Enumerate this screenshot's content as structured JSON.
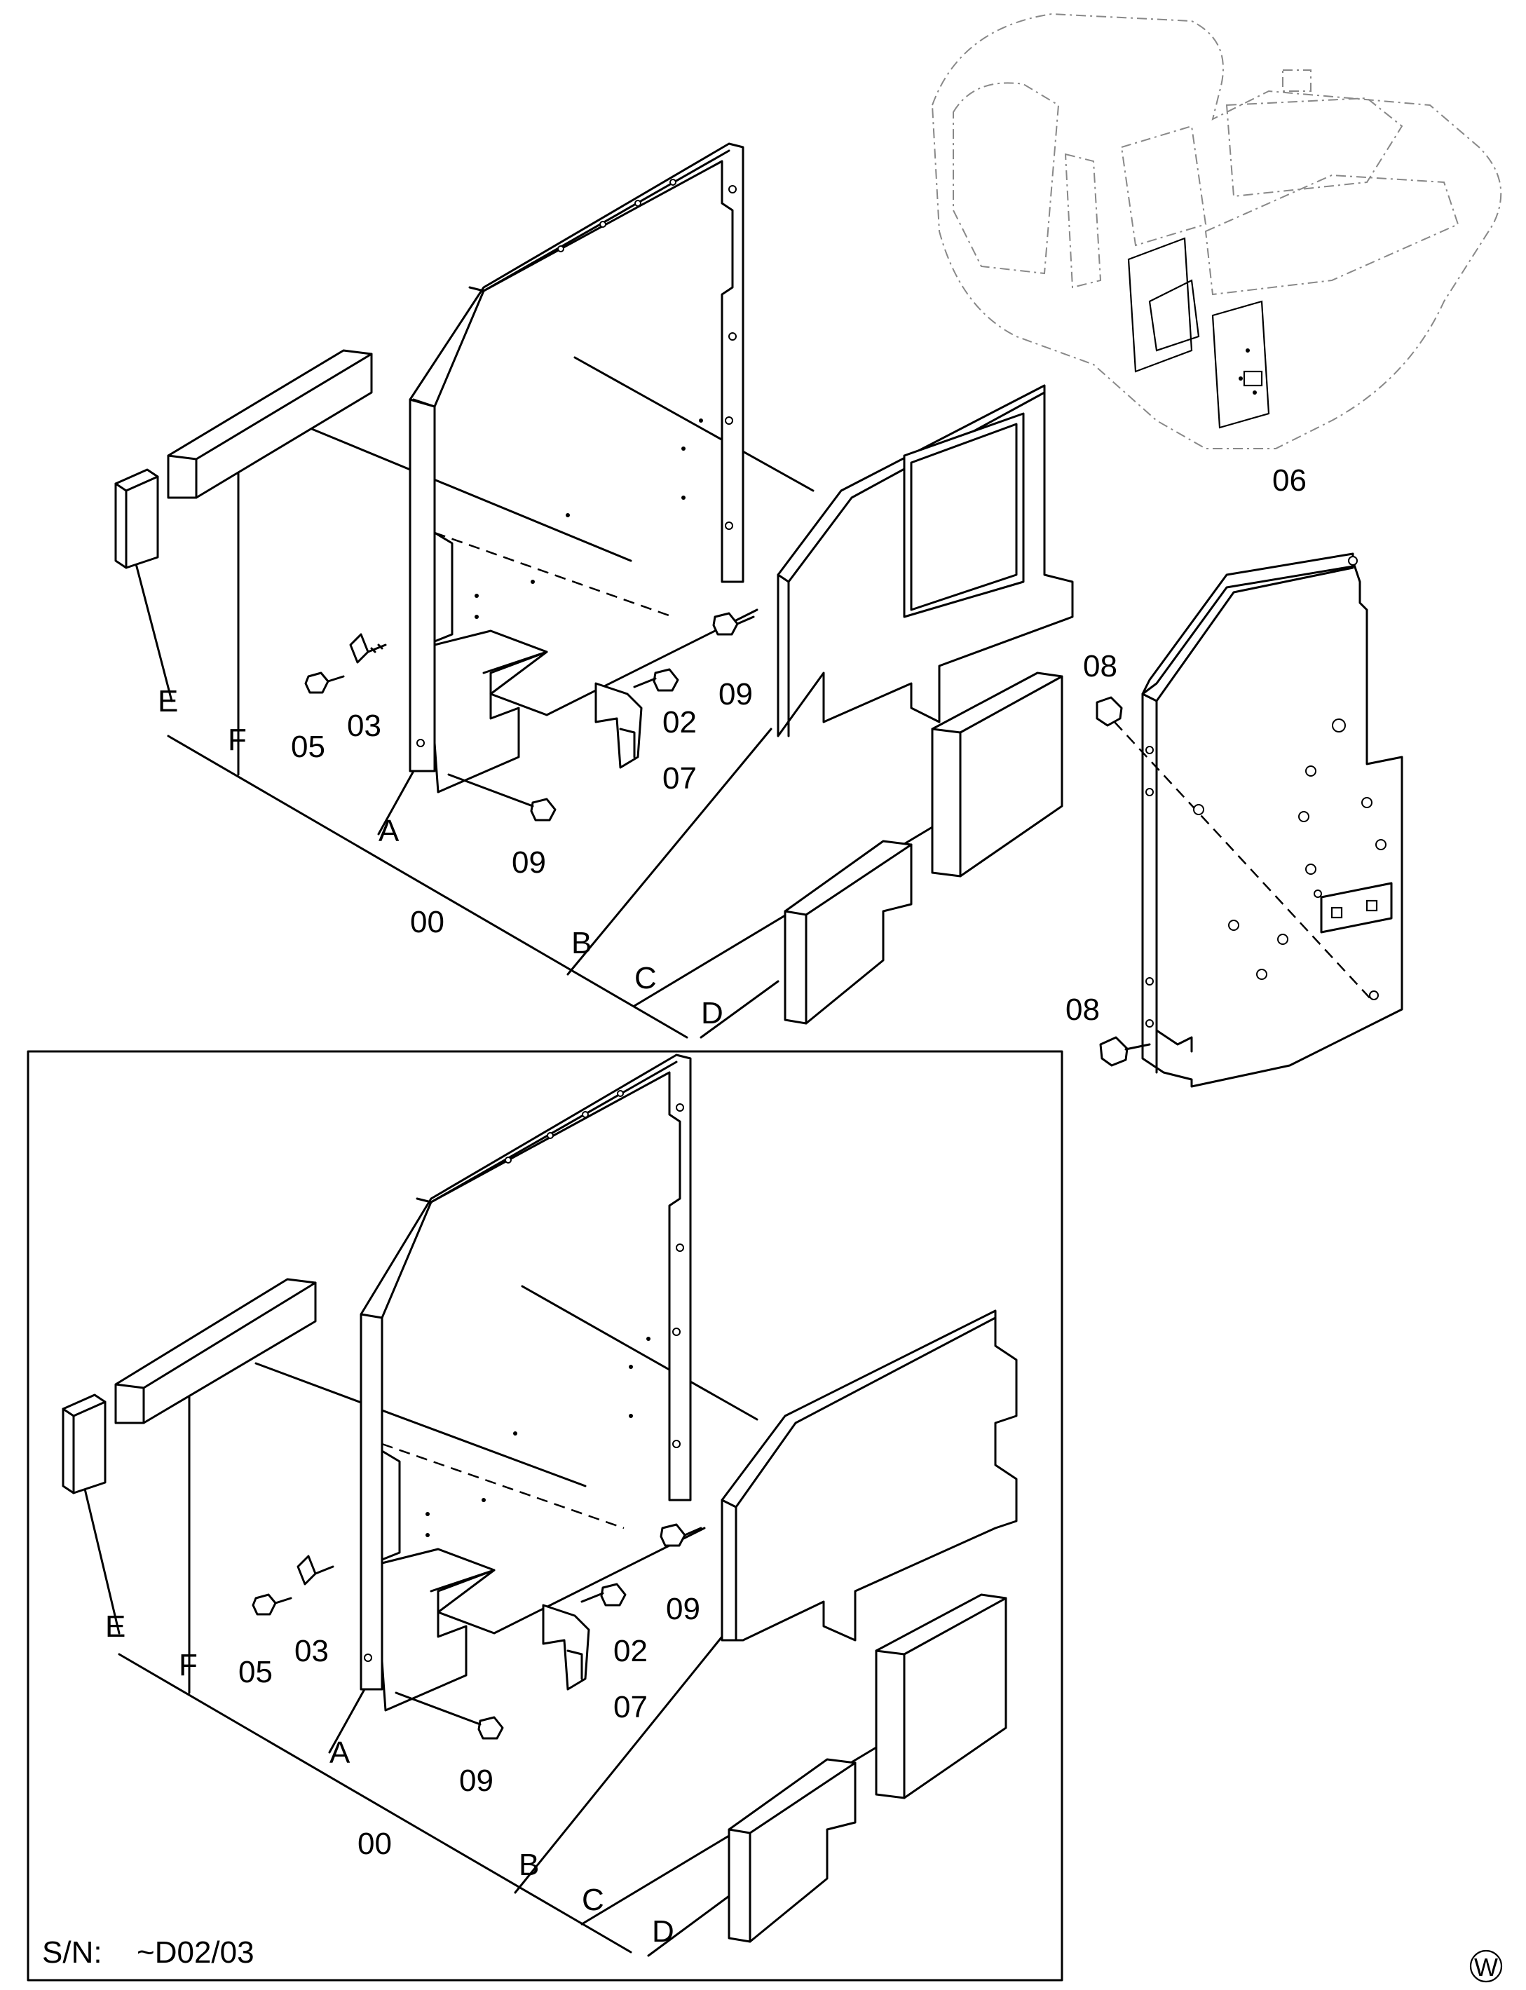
{
  "callouts": {
    "top": {
      "part_00": "00",
      "part_02": "02",
      "part_03": "03",
      "part_05": "05",
      "part_06": "06",
      "part_07": "07",
      "part_08_upper": "08",
      "part_08_lower": "08",
      "part_09_upper": "09",
      "part_09_lower": "09",
      "letter_a": "A",
      "letter_b": "B",
      "letter_c": "C",
      "letter_d": "D",
      "letter_e": "E",
      "letter_f": "F"
    },
    "bottom": {
      "part_00": "00",
      "part_02": "02",
      "part_03": "03",
      "part_05": "05",
      "part_07": "07",
      "part_09_upper": "09",
      "part_09_lower": "09",
      "letter_a": "A",
      "letter_b": "B",
      "letter_c": "C",
      "letter_d": "D",
      "letter_e": "E",
      "letter_f": "F"
    }
  },
  "serial_note": {
    "label": "S/N:",
    "range": "~D02/03"
  },
  "corner_mark": "W"
}
